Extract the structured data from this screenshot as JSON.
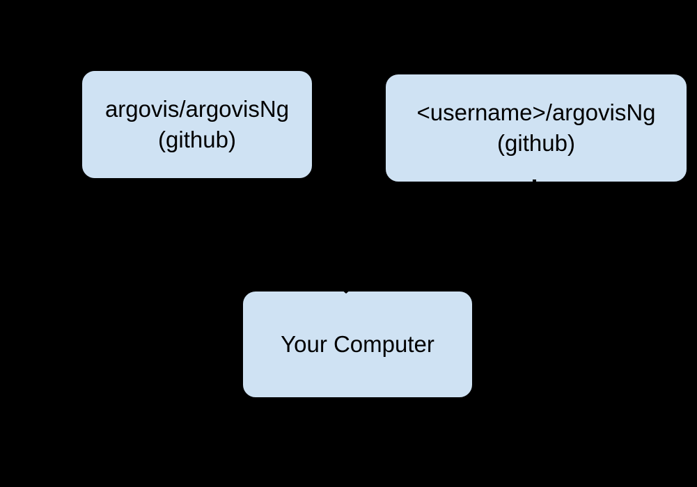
{
  "colors": {
    "background": "#000000",
    "node_fill": "#cfe2f3",
    "node_border": "#000000",
    "node_text": "#000000",
    "connector": "#000000"
  },
  "diagram": {
    "description": "fork-and-clone repository workflow diagram",
    "nodes": {
      "upstream_repo": {
        "line1": "argovis/argovisNg",
        "line2": "(github)"
      },
      "fork_repo": {
        "line1": "<username>/argovisNg",
        "line2": "(github)"
      },
      "local_computer": {
        "line1": "Your Computer"
      }
    }
  }
}
